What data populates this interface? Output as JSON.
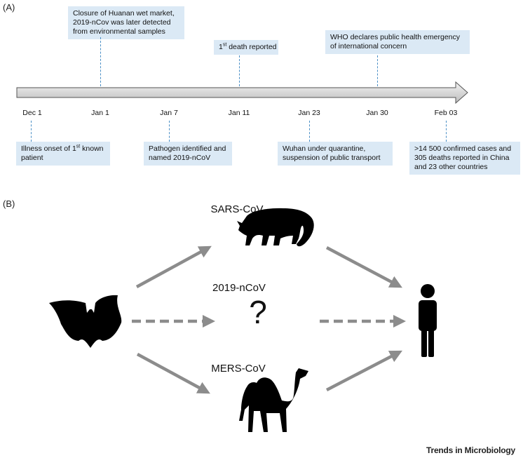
{
  "panel_a_label": "(A)",
  "panel_b_label": "(B)",
  "timeline": {
    "ticks": [
      "Dec 1",
      "Jan 1",
      "Jan 7",
      "Jan 11",
      "Jan 23",
      "Jan 30",
      "Feb 03"
    ],
    "events_above": [
      {
        "lines": [
          "Closure of Huanan wet market,",
          "2019-nCov was later detected",
          "from environmental samples"
        ]
      },
      {
        "pre": "1",
        "sup": "st",
        "post": " death reported"
      },
      {
        "lines": [
          "WHO declares public health emergency",
          "of international concern"
        ]
      }
    ],
    "events_below": [
      {
        "l1_pre": "Illness onset of 1",
        "l1_sup": "st",
        "l1_post": " known",
        "l2": "patient"
      },
      {
        "lines": [
          "Pathogen identified and",
          "named 2019-nCoV"
        ]
      },
      {
        "lines": [
          "Wuhan under quarantine,",
          "suspension of public transport"
        ]
      },
      {
        "lines": [
          ">14 500 confirmed cases and",
          "305 deaths reported in China",
          "and 23 other countries"
        ]
      }
    ]
  },
  "transmission": {
    "sars_label": "SARS-CoV",
    "ncov_label": "2019-nCoV",
    "mers_label": "MERS-CoV",
    "unknown_symbol": "?"
  },
  "icons": [
    "bat-icon",
    "civet-icon",
    "camel-icon",
    "human-icon"
  ],
  "colors": {
    "box_fill": "#dbe9f5",
    "arrow_gray": "#8c8c8c",
    "dash_blue": "#4a8fc6"
  },
  "credit": "Trends in Microbiology"
}
